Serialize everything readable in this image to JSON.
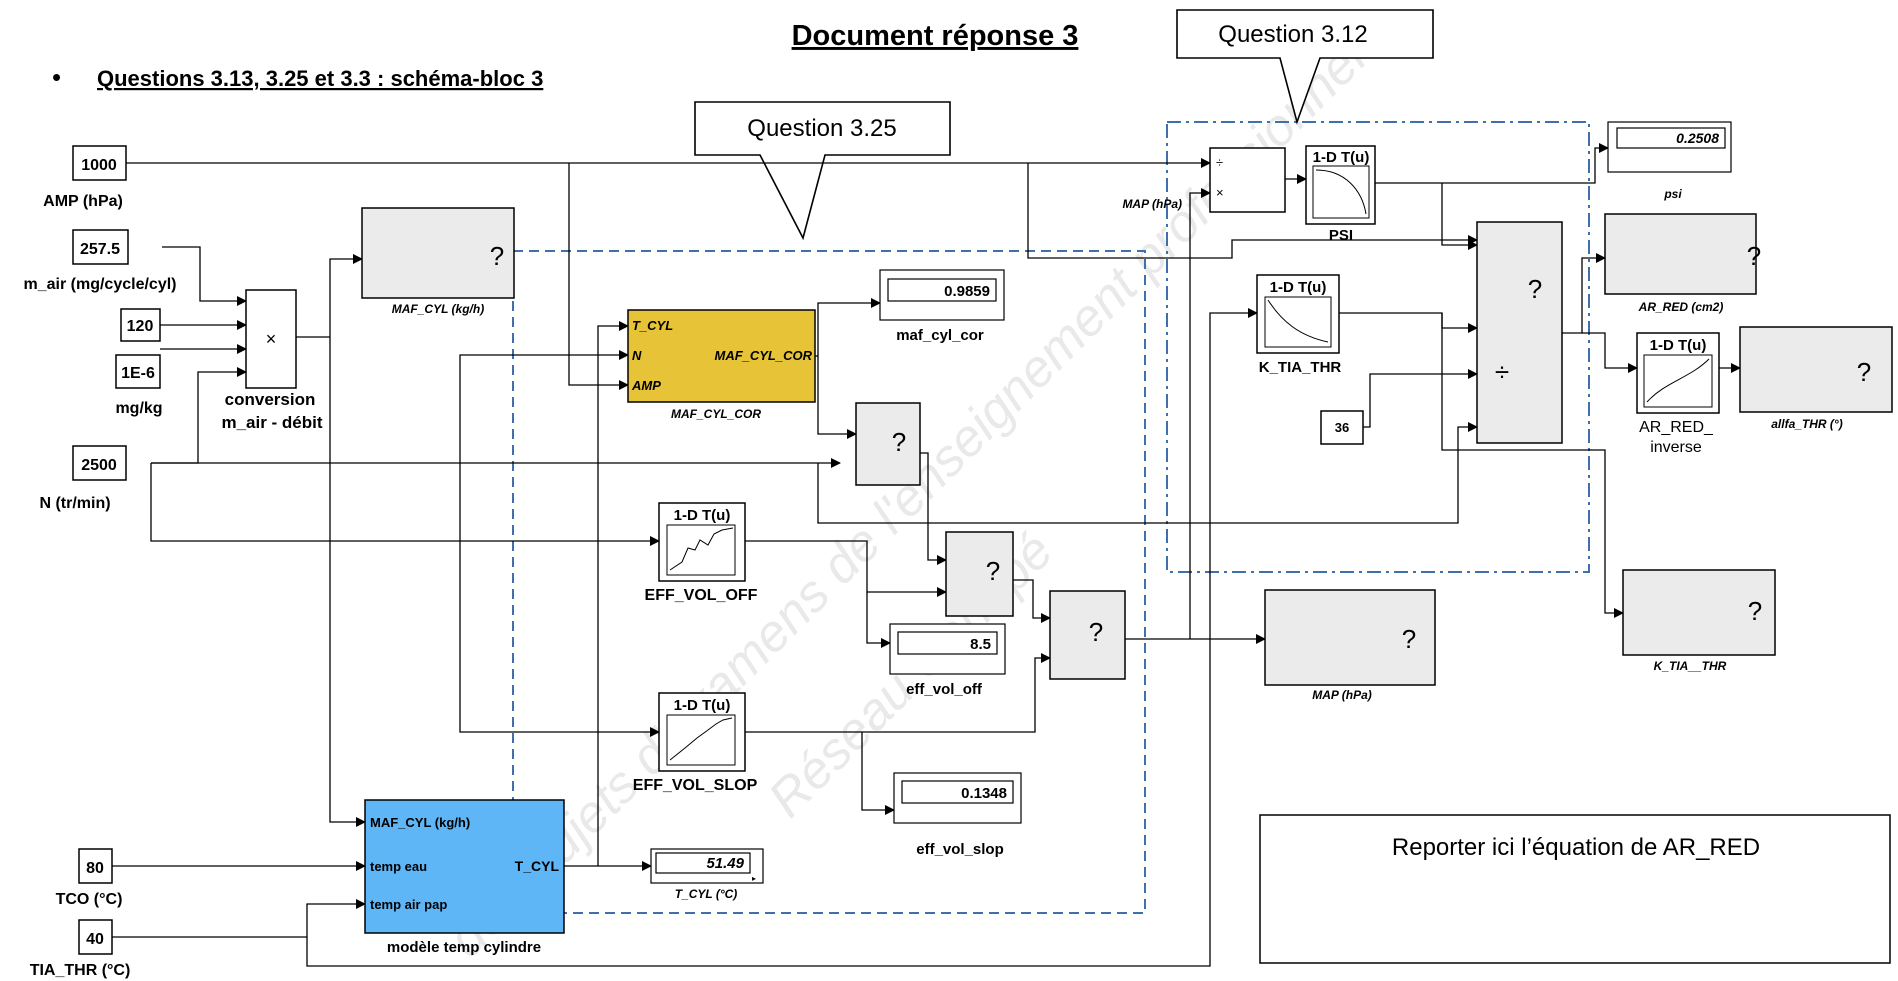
{
  "header": {
    "title": "Document réponse 3",
    "subtitle": "Questions 3.13, 3.25 et 3.3 : schéma-bloc 3",
    "bullet": "•"
  },
  "callouts": {
    "q312": "Question 3.12",
    "q325": "Question 3.25"
  },
  "watermark": {
    "line1": "des Sujets d'Examens de l'enseignement professionnel",
    "line2": "Réseau Canopé"
  },
  "inputs": {
    "amp": {
      "value": "1000",
      "label": "AMP (hPa)"
    },
    "m_air": {
      "value": "257.5",
      "label": "m_air (mg/cycle/cyl)"
    },
    "const120": {
      "value": "120"
    },
    "mgkg": {
      "value": "1E-6",
      "label": "mg/kg"
    },
    "n": {
      "value": "2500",
      "label": "N (tr/min)"
    },
    "tco": {
      "value": "80",
      "label": "TCO (°C)"
    },
    "tia": {
      "value": "40",
      "label": "TIA_THR (°C)"
    },
    "const36": {
      "value": "36"
    }
  },
  "blocks": {
    "unknown": "?",
    "product_symbol": "×",
    "divide_symbol": "÷",
    "conversion_label1": "conversion",
    "conversion_label2": "m_air - débit",
    "maf_cyl_label": "MAF_CYL (kg/h)",
    "maf_cor_in_tcyl": "T_CYL",
    "maf_cor_in_n": "N",
    "maf_cor_in_amp": "AMP",
    "maf_cor_out": "MAF_CYL_COR",
    "maf_cor_label": "MAF_CYL_COR",
    "lookup_title": "1-D T(u)",
    "eff_vol_off": "EFF_VOL_OFF",
    "eff_vol_slop": "EFF_VOL_SLOP",
    "psi": "PSI",
    "k_tia_thr": "K_TIA_THR",
    "ar_red_inverse1": "AR_RED_",
    "ar_red_inverse2": "inverse",
    "map_in_label": "MAP (hPa)",
    "temp_model_in1": "MAF_CYL (kg/h)",
    "temp_model_in2": "temp eau",
    "temp_model_in3": "temp air pap",
    "temp_model_out": "T_CYL",
    "temp_model_label": "modèle temp cylindre"
  },
  "displays": {
    "maf_cyl_cor": {
      "value": "0.9859",
      "label": "maf_cyl_cor"
    },
    "eff_vol_off": {
      "value": "8.5",
      "label": "eff_vol_off"
    },
    "eff_vol_slop": {
      "value": "0.1348",
      "label": "eff_vol_slop"
    },
    "t_cyl": {
      "value": "51.49",
      "label": "T_CYL (°C)"
    },
    "psi": {
      "value": "0.2508",
      "label": "psi"
    }
  },
  "scopes": {
    "ar_red": "AR_RED (cm2)",
    "allfa_thr": "allfa_THR (°)",
    "k_tia_thr": "K_TIA__THR",
    "map": "MAP (hPa)"
  },
  "answer_box": {
    "prompt": "Reporter ici l’équation de AR_RED"
  },
  "colors": {
    "callout_dash": "#3f6fad",
    "maf_cor_fill": "#e6c337",
    "temp_model_fill": "#5fb6f7",
    "block_fill": "#ebebeb",
    "line": "#000000"
  }
}
